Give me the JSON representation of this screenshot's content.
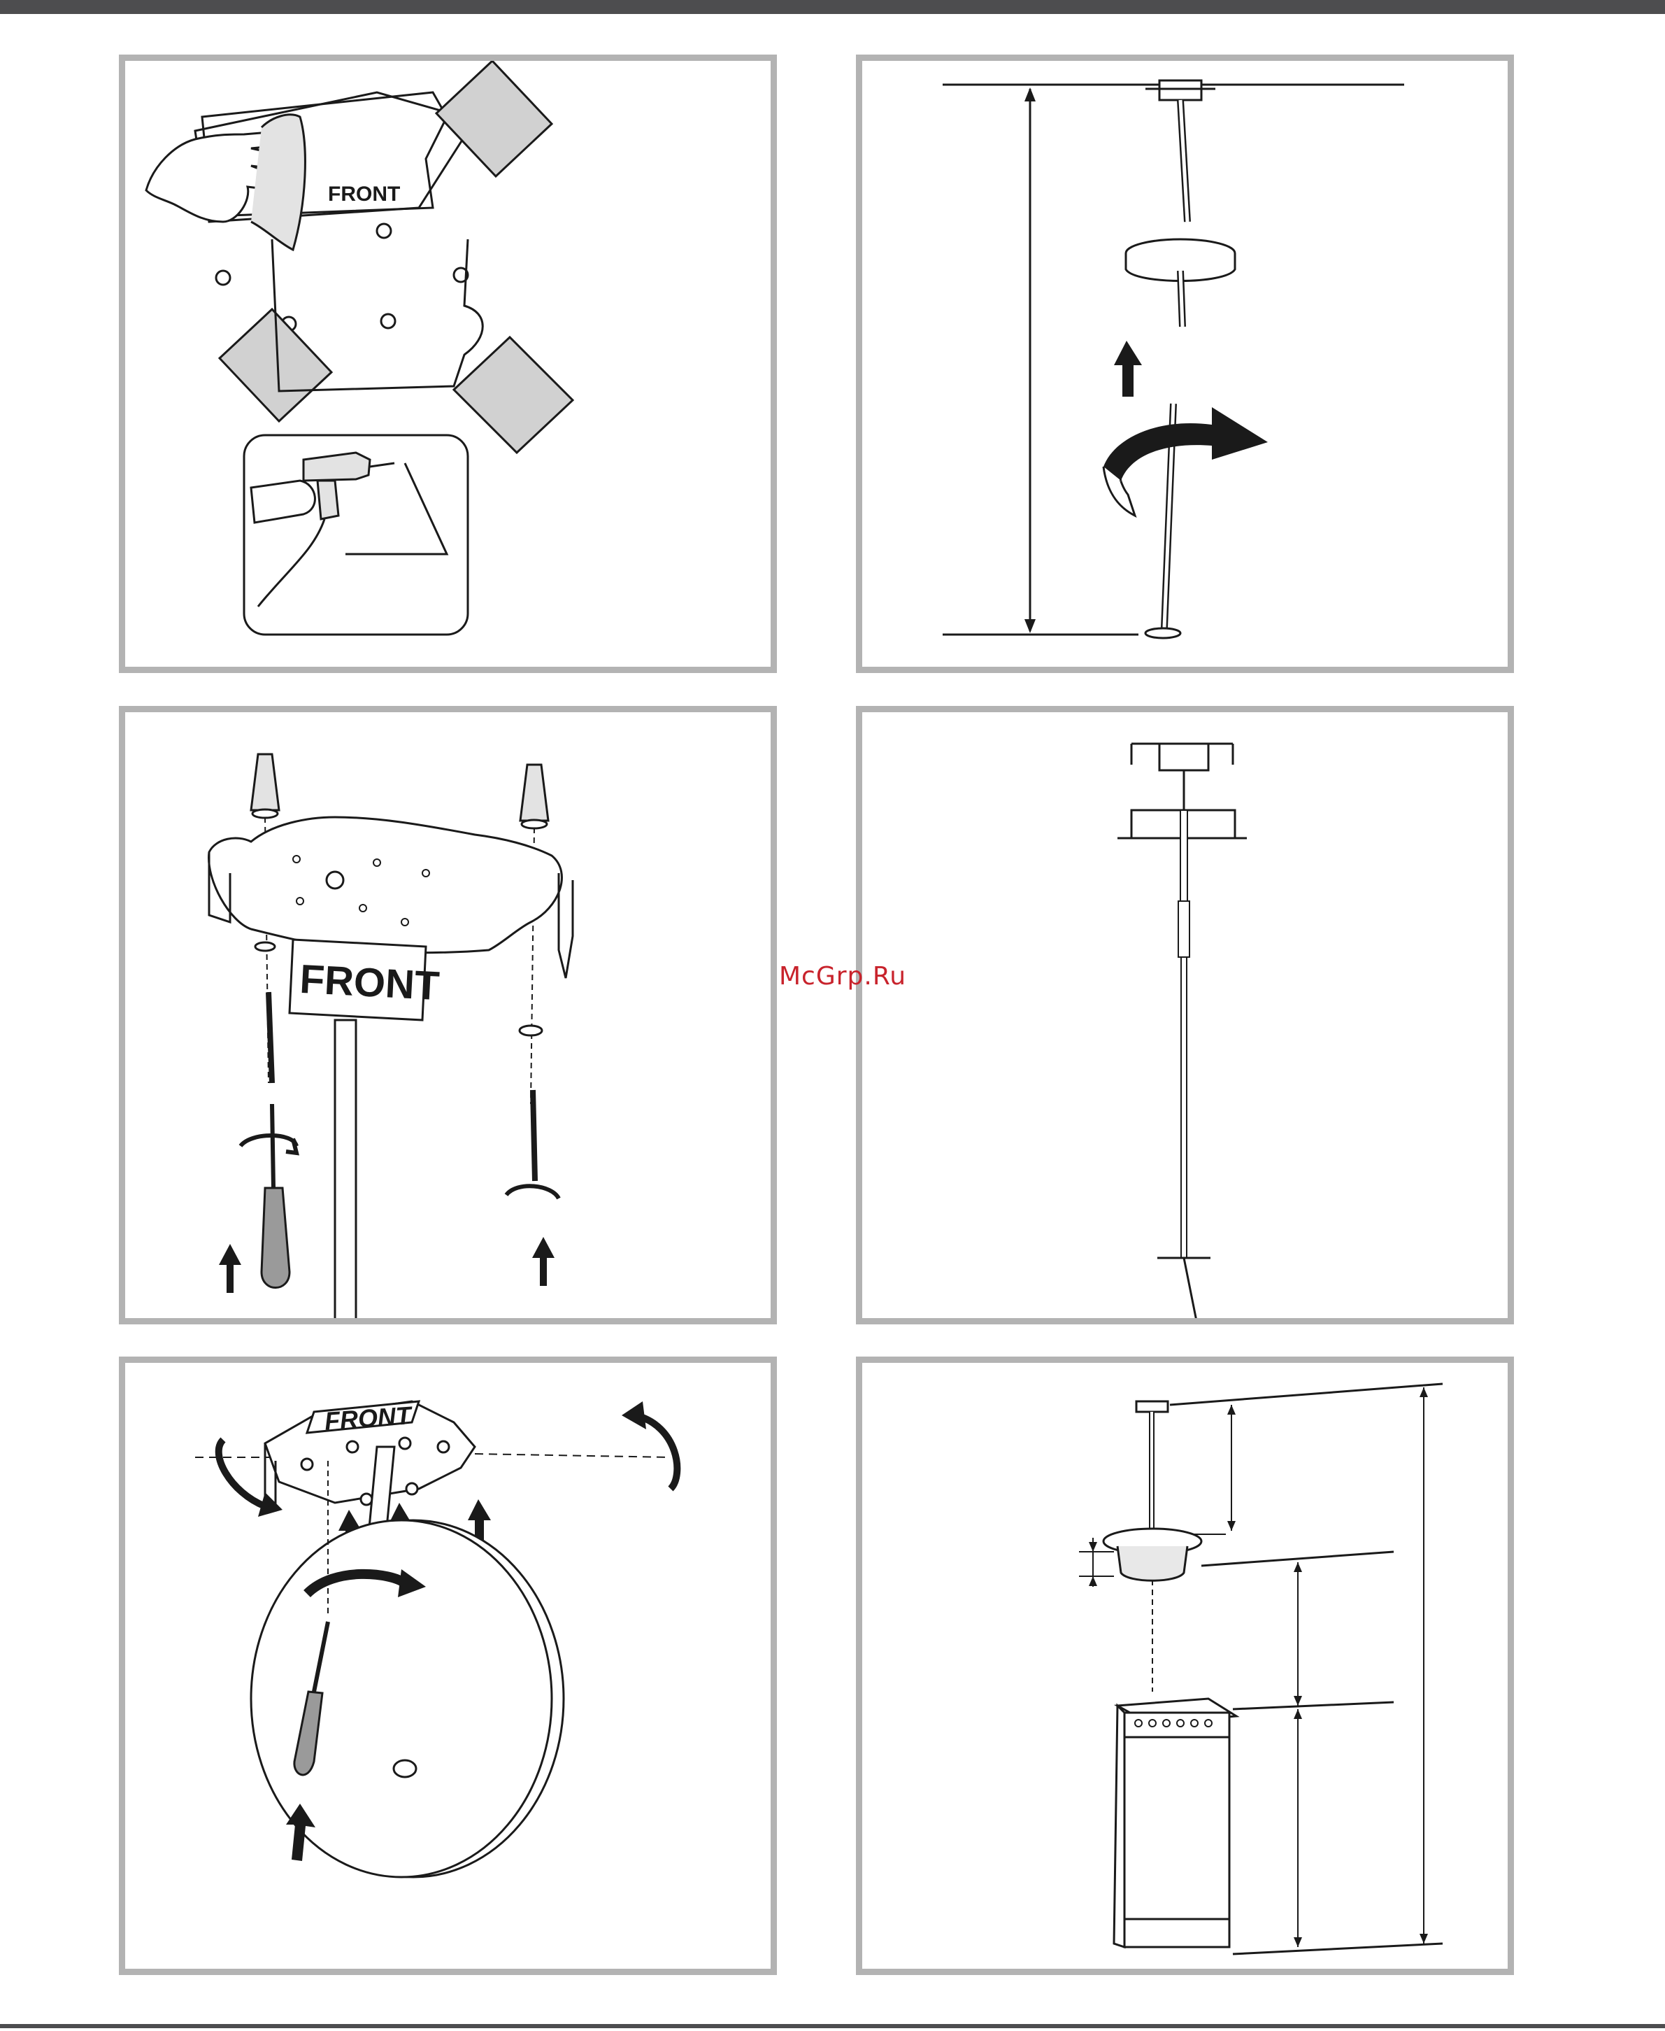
{
  "page": {
    "watermark": "McGrp.Ru",
    "colors": {
      "frame": "#b3b3b3",
      "bar": "#4d4d4f",
      "watermark": "#c8232c",
      "shape": "#d1d1d1",
      "ink": "#1a1a1a"
    }
  },
  "panels": [
    {
      "id": "panel-template",
      "label": "FRONT",
      "icon": "drill-icon"
    },
    {
      "id": "panel-measure",
      "label": ""
    },
    {
      "id": "panel-bracket",
      "label": "FRONT",
      "icon": "screwdriver-icon"
    },
    {
      "id": "panel-pole",
      "label": ""
    },
    {
      "id": "panel-mount",
      "label": "FRONT",
      "icon": "screwdriver-icon"
    },
    {
      "id": "panel-height",
      "label": "",
      "icon": "cooker-icon"
    }
  ]
}
